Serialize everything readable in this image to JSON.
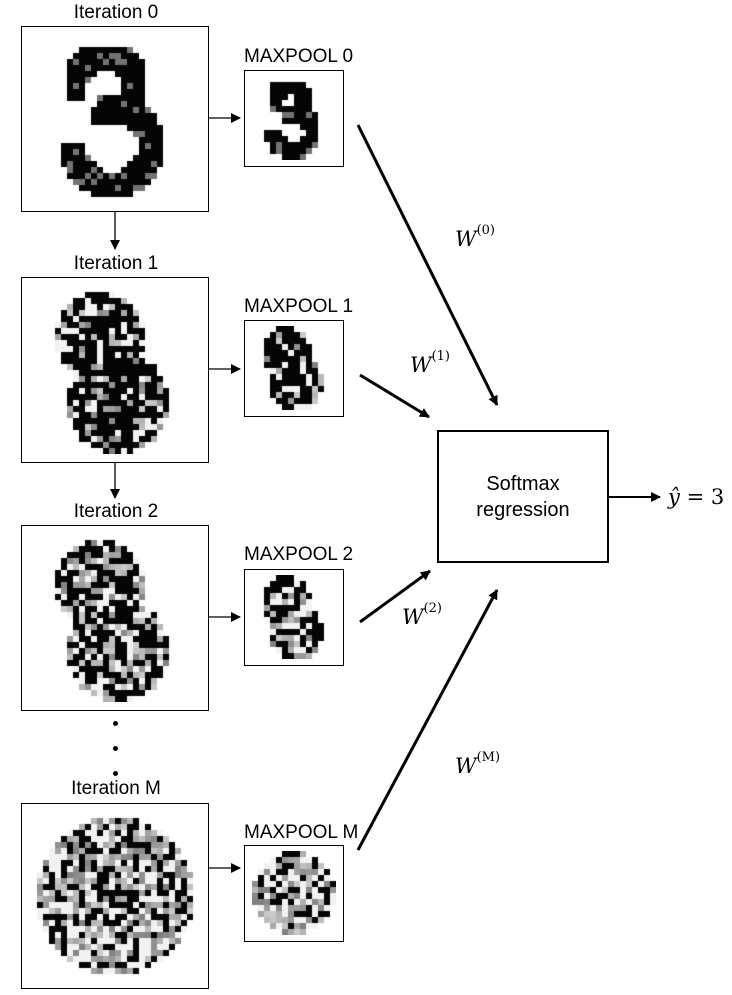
{
  "iterations": [
    {
      "label": "Iteration 0",
      "pool_label": "MAXPOOL 0",
      "weight_sup": "(0)",
      "digit": "three",
      "noise": 0.0
    },
    {
      "label": "Iteration 1",
      "pool_label": "MAXPOOL 1",
      "weight_sup": "(1)",
      "digit": "dilated",
      "noise": 0.35
    },
    {
      "label": "Iteration 2",
      "pool_label": "MAXPOOL 2",
      "weight_sup": "(2)",
      "digit": "dilated",
      "noise": 0.45
    },
    {
      "label": "Iteration M",
      "pool_label": "MAXPOOL M",
      "weight_sup": "(M)",
      "digit": "blob",
      "noise": 0.7
    }
  ],
  "weight_symbol": "W",
  "softmax": {
    "line1": "Softmax",
    "line2": "regression"
  },
  "output": {
    "symbol": "ŷ",
    "equals": "=",
    "value": "3"
  }
}
